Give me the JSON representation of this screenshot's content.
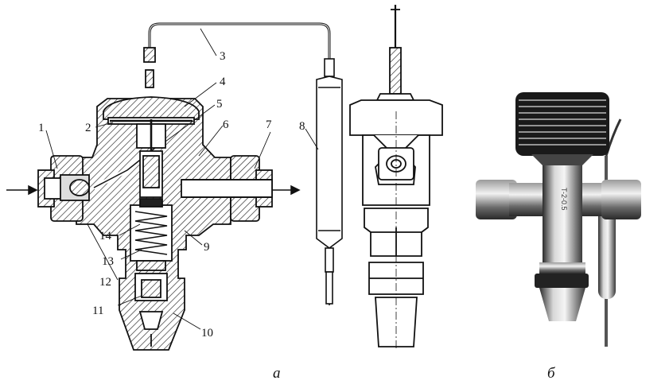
{
  "labels": {
    "l1": "1",
    "l2": "2",
    "l3": "3",
    "l4": "4",
    "l5": "5",
    "l6": "6",
    "l7": "7",
    "l8": "8",
    "l9": "9",
    "l10": "10",
    "l11": "11",
    "l12": "12",
    "l13": "13",
    "l14": "14"
  },
  "captions": {
    "a": "а",
    "b": "б"
  },
  "valve_marking": "T-2-0.5"
}
